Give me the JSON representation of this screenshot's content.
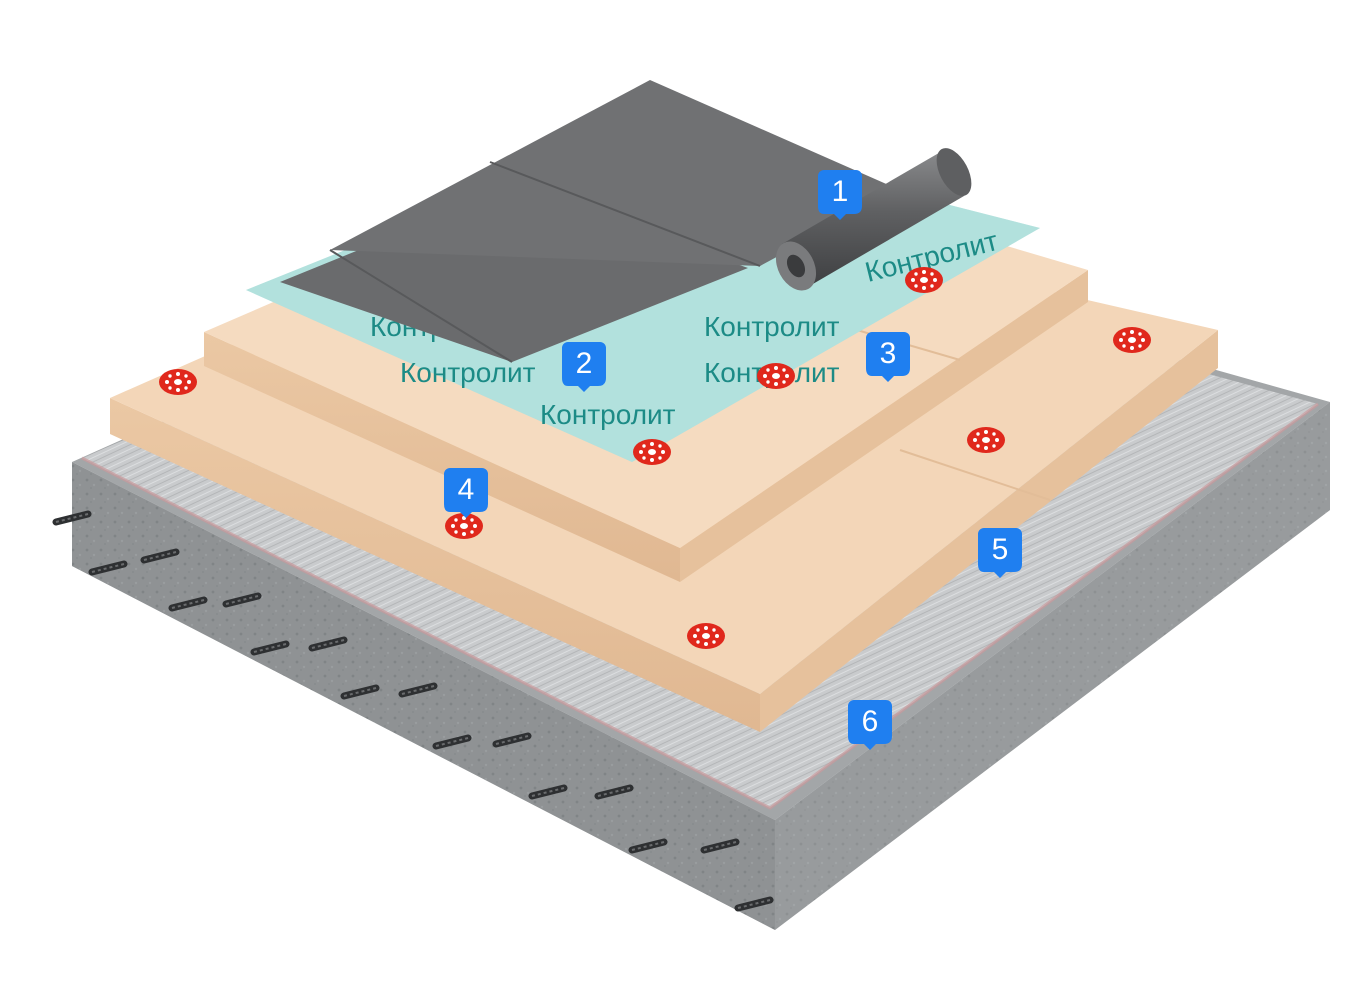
{
  "brand_text": "Контролит",
  "colors": {
    "concrete": "#8f9294",
    "steel_sheet": "#c6c8ca",
    "insulation": "#f2d2b2",
    "membrane": "#a9ddd9",
    "membrane_text": "#1c8b86",
    "roofing": "#6e6f71",
    "fastener": "#e0281c",
    "callout": "#1f7ff0"
  },
  "layers": [
    {
      "number": "1",
      "icon": "roll-icon"
    },
    {
      "number": "2",
      "icon": "membrane-icon"
    },
    {
      "number": "3",
      "icon": "insulation-board-icon"
    },
    {
      "number": "4",
      "icon": "fastener-disc-icon"
    },
    {
      "number": "5",
      "icon": "insulation-board-icon"
    },
    {
      "number": "6",
      "icon": "concrete-slab-icon"
    }
  ]
}
